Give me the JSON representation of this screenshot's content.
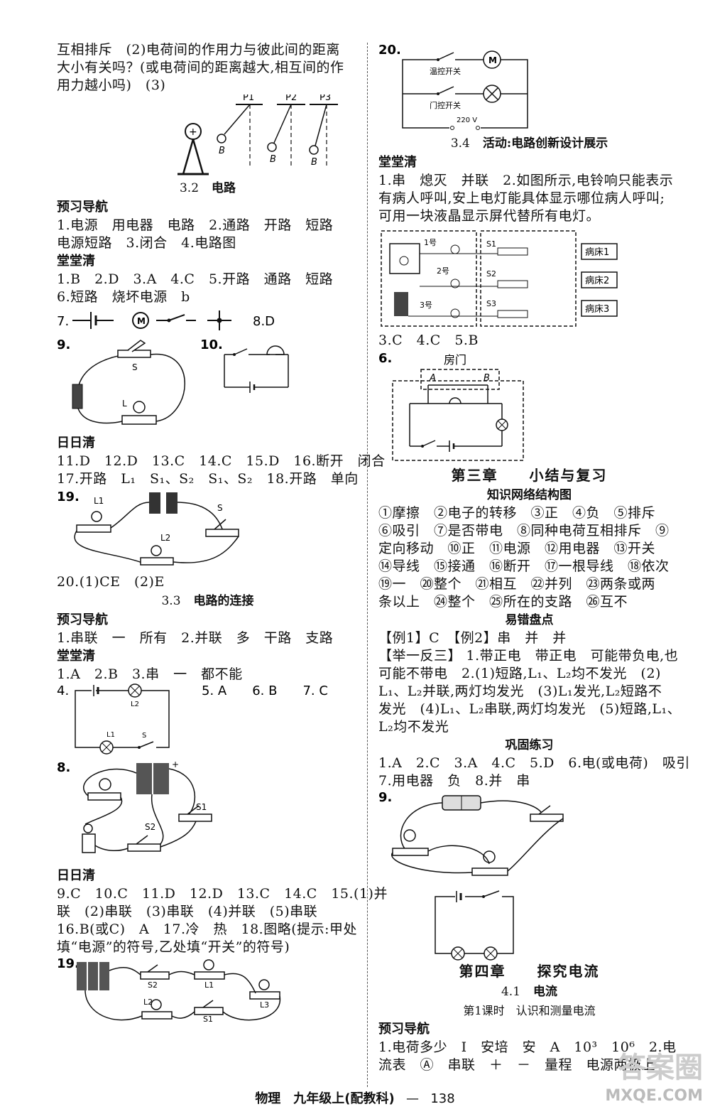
{
  "left": {
    "intro": [
      "互相排斥　(2)电荷间的作用力与彼此间的距离",
      "大小有关吗？(或电荷间的距离越大,相互间的作",
      "用力越小吗)　(3)"
    ],
    "fig_charges": {
      "p1": "P1",
      "p2": "P2",
      "p3": "P3",
      "b": "B"
    },
    "s32": {
      "num": "3.2",
      "title": "电路"
    },
    "h_yuxi": "预习导航",
    "s32_yuxi": [
      "1.电源　用电器　电路　2.通路　开路　短路",
      "电源短路　3.闭合　4.电路图"
    ],
    "h_tang": "堂堂清",
    "s32_tang": [
      "1.B　2.D　3.A　4.C　5.开路　通路　短路",
      "6.短路　烧坏电源　b"
    ],
    "q7": "7.",
    "q8": "8.D",
    "q9": "9.",
    "q10": "10.",
    "lbl_s": "S",
    "lbl_l": "L",
    "h_riri": "日日清",
    "s32_riri": [
      "11.D　12.D　13.C　14.C　15.D　16.断开　闭合",
      "17.开路　L₁　S₁、S₂　S₁、S₂　18.开路　单向"
    ],
    "q19": "19.",
    "lbl_l1": "L1",
    "lbl_l2": "L2",
    "s32_q20": "20.(1)CE　(2)E",
    "s33": {
      "num": "3.3",
      "title": "电路的连接"
    },
    "s33_yuxi": [
      "1.串联　一　所有　2.并联　多　干路　支路"
    ],
    "s33_tang": [
      "1.A　2.B　3.串　一　都不能"
    ],
    "q4": "4.",
    "q5_7": "5. A　　6. B　　7. C",
    "q8b": "8.",
    "lbl_s1": "S1",
    "lbl_s2": "S2",
    "lbl_plus": "+",
    "s33_riri": [
      "9.C　10.C　11.D　12.D　13.C　14.C　15.(1)并",
      "联　(2)串联　(3)串联　(4)并联　(5)串联",
      "16.B(或C)　A　17.冷　热　18.图略(提示:甲处",
      "填“电源”的符号,乙处填“开关”的符号)"
    ],
    "q19b": "19.",
    "lbl_l3": "L3"
  },
  "right": {
    "q20": "20.",
    "temp_switch": "温控开关",
    "door_switch": "门控开关",
    "volt": "220 V",
    "motor": "M",
    "s34": {
      "num": "3.4",
      "title": "活动:电路创新设计展示"
    },
    "h_tang": "堂堂清",
    "s34_tang": [
      "1.串　熄灭　并联　2.如图所示,电铃响只能表示",
      "有病人呼叫,安上电灯能具体显示哪位病人呼叫;",
      "可用一块液晶显示屏代替所有电灯。"
    ],
    "beds": [
      "病床1",
      "病床2",
      "病床3"
    ],
    "nums": [
      "1号",
      "2号",
      "3号"
    ],
    "s34_q35": "3.C　4.C　5.B",
    "q6": "6.",
    "door": "房门",
    "lbl_a": "A",
    "lbl_b": "B",
    "chap3": {
      "title": "第三章",
      "sub": "小结与复习"
    },
    "h_zhishi": "知识网络结构图",
    "zhishi": [
      "①摩擦　②电子的转移　③正　④负　⑤排斥",
      "⑥吸引　⑦是否带电　⑧同种电荷互相排斥　⑨",
      "定向移动　⑩正　⑪电源　⑫用电器　⑬开关",
      "⑭导线　⑮接通　⑯断开　⑰一根导线　⑱依次",
      "⑲一　⑳整个　㉑相互　㉒并列　㉓两条或两",
      "条以上　㉔整个　㉕所在的支路　㉖互不"
    ],
    "h_yicuo": "易错盘点",
    "yicuo": [
      "【例1】C　【例2】串　并　并",
      "【举一反三】 1.带正电　带正电　可能带负电,也",
      "可能不带电　2.(1)短路,L₁、L₂均不发光　(2)",
      "L₁、L₂并联,两灯均发光　(3)L₁发光,L₂短路不",
      "发光　(4)L₁、L₂串联,两灯均发光　(5)短路,L₁、",
      "L₂均不发光"
    ],
    "h_gonggu": "巩固练习",
    "gonggu": [
      "1.A　2.C　3.A　4.C　5.D　6.电(或电荷)　吸引",
      "7.用电器　负　8.并　串"
    ],
    "q9": "9.",
    "chap4": {
      "title": "第四章",
      "sub": "探究电流"
    },
    "s41": {
      "num": "4.1",
      "title": "电流"
    },
    "lesson": "第1课时　认识和测量电流",
    "h_yuxi": "预习导航",
    "s41_yuxi": [
      "1.电荷多少　I　安培　安　A　10³　10⁶　2.电",
      "流表　Ⓐ　串联　＋　－　量程　电源两极上"
    ]
  },
  "footer": {
    "subject": "物理　九年级上(配教科)",
    "dash": "—",
    "page": "138"
  },
  "watermark": {
    "line1": "答案圈",
    "line2": "MXQE.COM"
  }
}
